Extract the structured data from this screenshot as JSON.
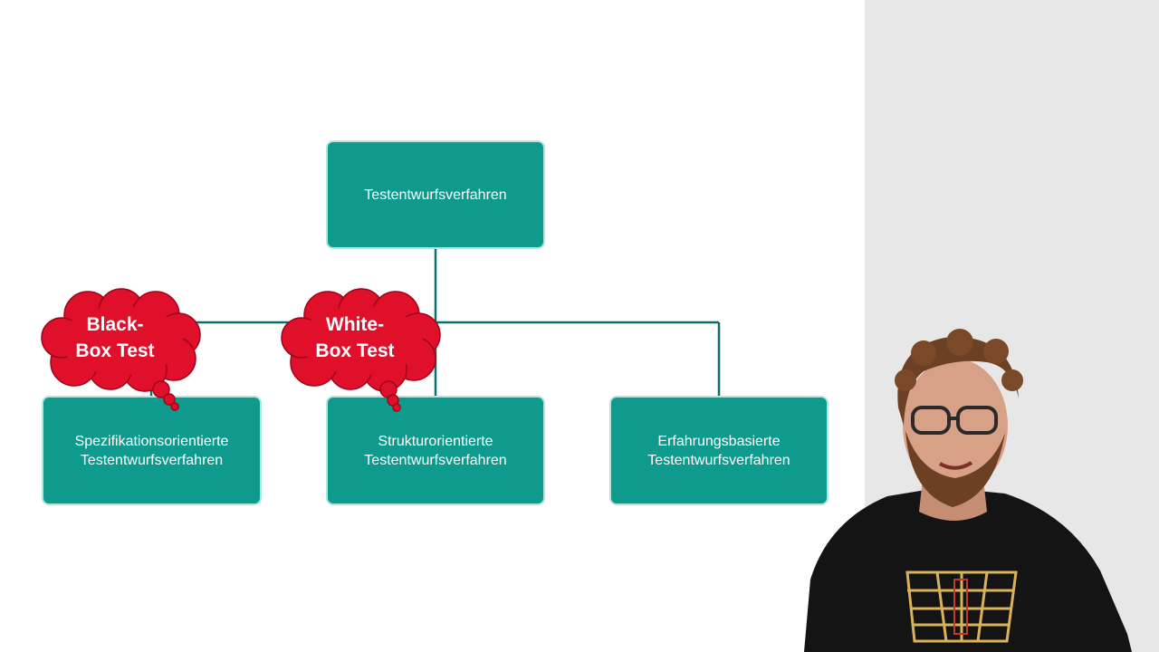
{
  "diagram": {
    "root": {
      "label": "Testentwurfsverfahren"
    },
    "children": [
      {
        "lines": [
          "Spezifikationsorientierte",
          "Testentwurfsverfahren"
        ]
      },
      {
        "lines": [
          "Strukturorientierte",
          "Testentwurfsverfahren"
        ]
      },
      {
        "lines": [
          "Erfahrungsbasierte",
          "Testentwurfsverfahren"
        ]
      }
    ],
    "annotations": [
      {
        "lines": [
          "Black-",
          "Box Test"
        ]
      },
      {
        "lines": [
          "White-",
          "Box Test"
        ]
      }
    ]
  },
  "colors": {
    "box_fill": "#0e9a8c",
    "box_border": "#b7e3dd",
    "connector": "#0b6f6a",
    "cloud_fill": "#e0102a",
    "cloud_outline": "#9e0418",
    "side_panel": "#e7e7e7"
  }
}
